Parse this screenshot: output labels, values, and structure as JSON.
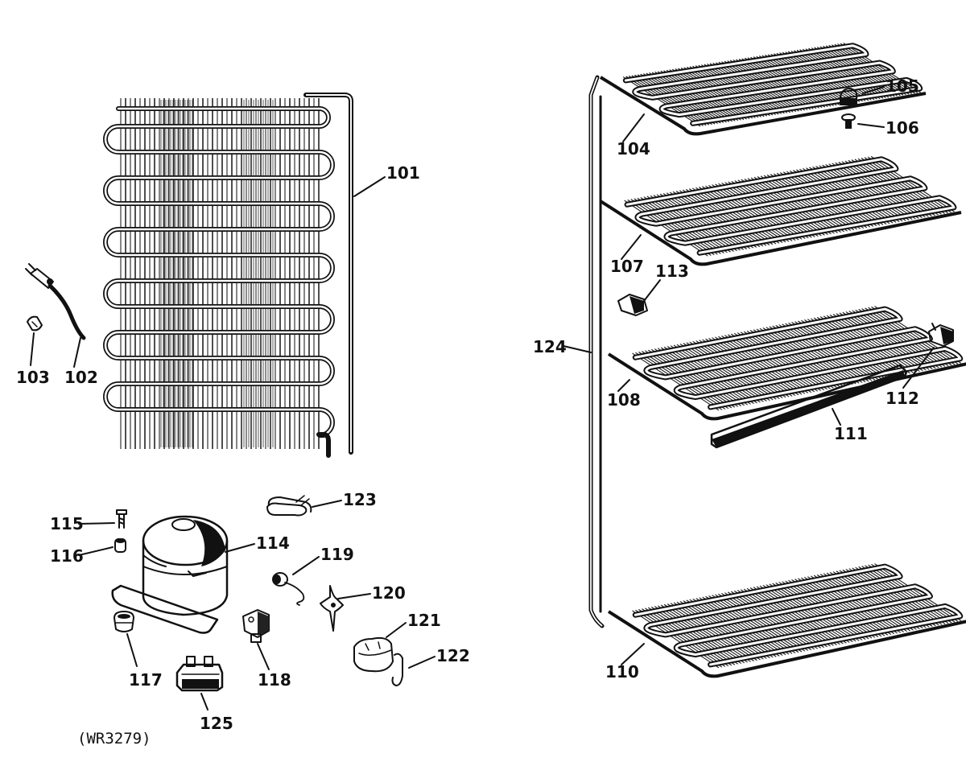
{
  "diagram_code": "(WR3279)",
  "labels": {
    "p101": "101",
    "p102": "102",
    "p103": "103",
    "p104": "104",
    "p105": "105",
    "p106": "106",
    "p107": "107",
    "p108": "108",
    "p110": "110",
    "p111": "111",
    "p112": "112",
    "p113": "113",
    "p114": "114",
    "p115": "115",
    "p116": "116",
    "p117": "117",
    "p118": "118",
    "p119": "119",
    "p120": "120",
    "p121": "121",
    "p122": "122",
    "p123": "123",
    "p124": "124",
    "p125": "125"
  },
  "colors": {
    "ink": "#111111",
    "paper": "#ffffff",
    "shade": "#2a2a2a"
  }
}
